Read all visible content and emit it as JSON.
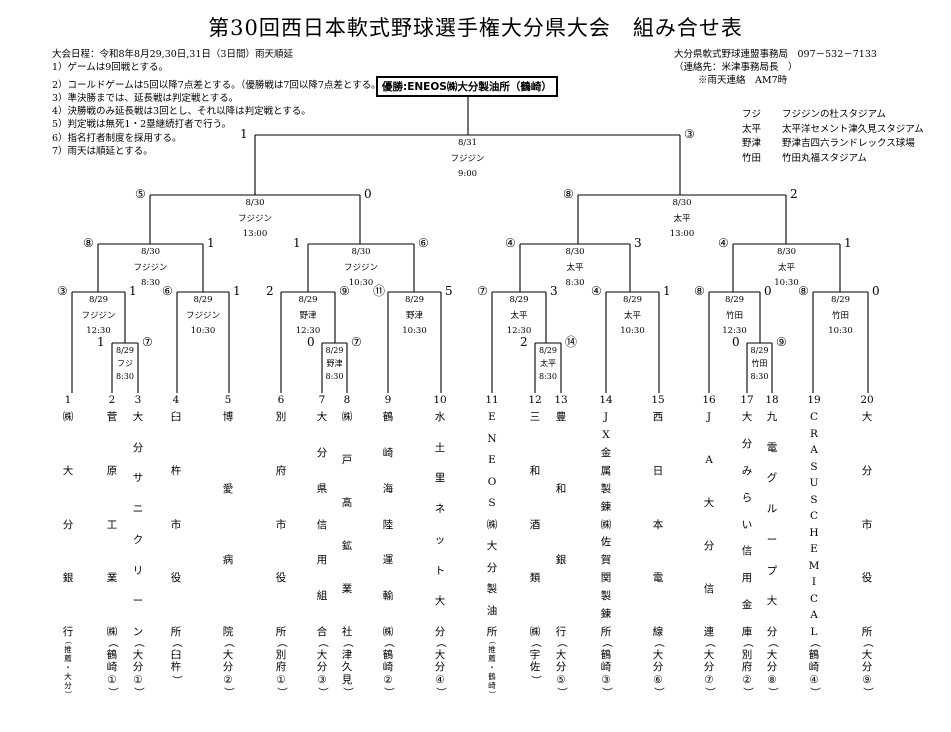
{
  "title": "第30回西日本軟式野球選手権大分県大会　組み合せ表",
  "notes_left": [
    "大会日程：令和8年8月29,30日,31日（3日間）雨天順延",
    "1）ゲームは9回戦とする。",
    "2）コールドゲームは5回以降7点差とする。（優勝戦は7回以降7点差とする。）",
    "3）準決勝までは、延長戦は判定戦とする。",
    "4）決勝戦のみ延長戦は3回とし、それ以降は判定戦とする。",
    "5）判定戦は無死1・2塁継続打者で行う。",
    "6）指名打者制度を採用する。",
    "7）雨天は順延とする。"
  ],
  "contact": {
    "office": "大分県軟式野球連盟事務局　097－532－7133",
    "person": "（連絡先：米津事務局長　）",
    "rain": "※雨天連絡　AM7時"
  },
  "venues": [
    {
      "abbr": "フジ",
      "name": "フジジンの杜スタジアム"
    },
    {
      "abbr": "太平",
      "name": "太平洋セメント津久見スタジアム"
    },
    {
      "abbr": "野津",
      "name": "野津吉四六ランドレックス球場"
    },
    {
      "abbr": "竹田",
      "name": "竹田丸福スタジアム"
    }
  ],
  "champion": "優勝:ENEOS㈱大分製油所（鶴崎）",
  "final": {
    "date": "8/31",
    "venue": "フジジン",
    "time": "9:00",
    "score_left": "1",
    "score_right": "③"
  },
  "semis": [
    {
      "date": "8/30",
      "venue": "フジジン",
      "time": "13:00",
      "score_left": "⑤",
      "score_right": "0"
    },
    {
      "date": "8/30",
      "venue": "太平",
      "time": "13:00",
      "score_left": "⑧",
      "score_right": "2"
    }
  ],
  "quarters": [
    {
      "date": "8/30",
      "venue": "フジジン",
      "time": "8:30",
      "score_left": "⑧",
      "score_right": "1"
    },
    {
      "date": "8/30",
      "venue": "フジジン",
      "time": "10:30",
      "score_left": "1",
      "score_right": "⑥"
    },
    {
      "date": "8/30",
      "venue": "太平",
      "time": "8:30",
      "score_left": "④",
      "score_right": "3"
    },
    {
      "date": "8/30",
      "venue": "太平",
      "time": "10:30",
      "score_left": "④",
      "score_right": "1"
    }
  ],
  "round2": [
    {
      "date": "8/29",
      "venue": "フジジン",
      "time": "12:30",
      "score_left": "③",
      "score_right": "1"
    },
    {
      "date": "8/29",
      "venue": "フジジン",
      "time": "10:30",
      "score_left": "⑥",
      "score_right": "1"
    },
    {
      "date": "8/29",
      "venue": "野津",
      "time": "12:30",
      "score_left": "2",
      "score_right": "⑨"
    },
    {
      "date": "8/29",
      "venue": "野津",
      "time": "10:30",
      "score_left": "⑪",
      "score_right": "5"
    },
    {
      "date": "8/29",
      "venue": "太平",
      "time": "12:30",
      "score_left": "⑦",
      "score_right": "3"
    },
    {
      "date": "8/29",
      "venue": "太平",
      "time": "10:30",
      "score_left": "④",
      "score_right": "1"
    },
    {
      "date": "8/29",
      "venue": "竹田",
      "time": "12:30",
      "score_left": "⑧",
      "score_right": "0"
    },
    {
      "date": "8/29",
      "venue": "竹田",
      "time": "10:30",
      "score_left": "⑧",
      "score_right": "0"
    }
  ],
  "round1": [
    {
      "date": "8/29",
      "venue": "フジ",
      "time": "8:30",
      "score_left": "1",
      "score_right": "⑦"
    },
    {
      "date": "8/29",
      "venue": "野津",
      "time": "8:30",
      "score_left": "0",
      "score_right": "⑦"
    },
    {
      "date": "8/29",
      "venue": "太平",
      "time": "8:30",
      "score_left": "2",
      "score_right": "⑭"
    },
    {
      "date": "8/29",
      "venue": "竹田",
      "time": "8:30",
      "score_left": "0",
      "score_right": "⑨"
    }
  ],
  "teams": [
    {
      "num": "1",
      "name": "㈱大分銀行",
      "loc": "（推薦・大分）"
    },
    {
      "num": "2",
      "name": "菅原工業㈱",
      "loc": "（鶴崎①）"
    },
    {
      "num": "3",
      "name": "大分サニクリーン",
      "loc": "（大分①）"
    },
    {
      "num": "4",
      "name": "臼杵市役所",
      "loc": "（臼杵）"
    },
    {
      "num": "5",
      "name": "博愛病院",
      "loc": "（大分②）"
    },
    {
      "num": "6",
      "name": "別府市役所",
      "loc": "（別府①）"
    },
    {
      "num": "7",
      "name": "大分県信用組合",
      "loc": "（大分③）"
    },
    {
      "num": "8",
      "name": "㈱戸髙鉱業社",
      "loc": "（津久見）"
    },
    {
      "num": "9",
      "name": "鶴崎海陸運輸㈱",
      "loc": "（鶴崎②）"
    },
    {
      "num": "10",
      "name": "水土里ネット大分",
      "loc": "（大分④）"
    },
    {
      "num": "11",
      "name": "ENEOS㈱大分製油所",
      "loc": "（推薦・鶴崎）"
    },
    {
      "num": "12",
      "name": "三和酒類㈱",
      "loc": "（宇佐）"
    },
    {
      "num": "13",
      "name": "豊和銀行",
      "loc": "（大分⑤）"
    },
    {
      "num": "14",
      "name": "JX金属製錬㈱佐賀関製錬所",
      "loc": "（鶴崎③）"
    },
    {
      "num": "15",
      "name": "西日本電線",
      "loc": "（大分⑥）"
    },
    {
      "num": "16",
      "name": "JA大分信連",
      "loc": "（大分⑦）"
    },
    {
      "num": "17",
      "name": "大分みらい信用金庫",
      "loc": "（別府②）"
    },
    {
      "num": "18",
      "name": "九電グループ大分",
      "loc": "（大分⑧）"
    },
    {
      "num": "19",
      "name": "CRASUS CHEMICAL",
      "loc": "（鶴崎④）"
    },
    {
      "num": "20",
      "name": "大分市役所",
      "loc": "（大分⑨）"
    }
  ]
}
